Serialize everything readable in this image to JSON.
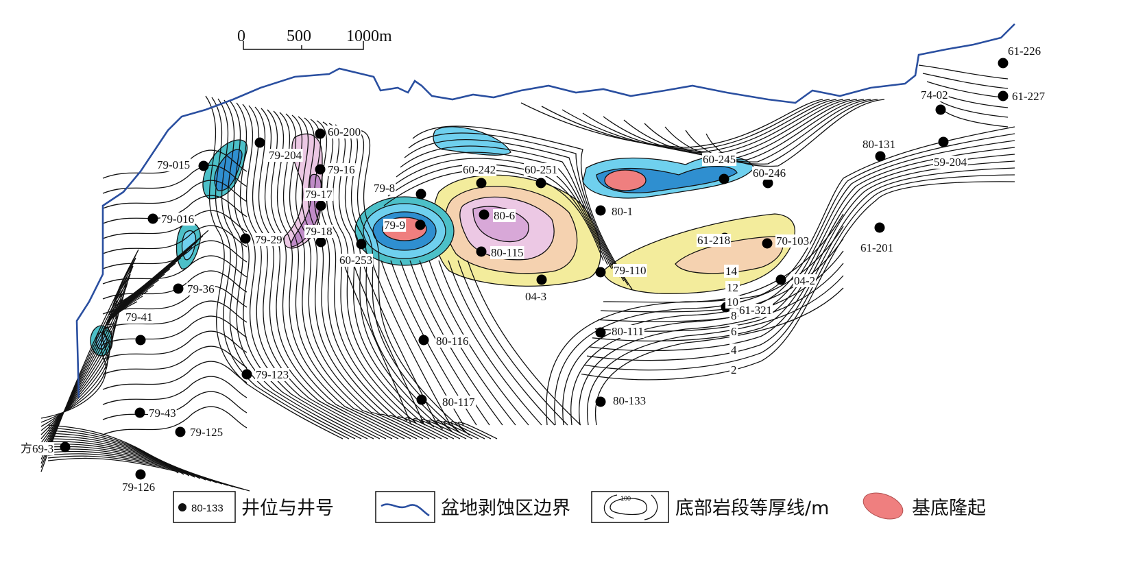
{
  "title_scale": {
    "ticks": [
      "0",
      "500",
      "1000m"
    ]
  },
  "colors": {
    "boundary": "#2a4fa0",
    "uplift": "#ef7f7f",
    "cyan_light": "#6fd0ee",
    "teal": "#4cc0c8",
    "blue": "#2f8fd0",
    "pink": "#ecc8e4",
    "purple": "#c08cc8",
    "yellow": "#f3ec9c",
    "peach": "#f5d2b0"
  },
  "wells": [
    {
      "id": "61-226"
    },
    {
      "id": "74-02"
    },
    {
      "id": "61-227"
    },
    {
      "id": "80-131"
    },
    {
      "id": "59-204"
    },
    {
      "id": "60-246"
    },
    {
      "id": "60-245"
    },
    {
      "id": "61-201"
    },
    {
      "id": "80-1"
    },
    {
      "id": "61-218"
    },
    {
      "id": "70-103"
    },
    {
      "id": "79-110"
    },
    {
      "id": "04-2"
    },
    {
      "id": "04-3"
    },
    {
      "id": "61-321"
    },
    {
      "id": "80-111"
    },
    {
      "id": "80-133"
    },
    {
      "id": "80-116"
    },
    {
      "id": "80-117"
    },
    {
      "id": "60-242"
    },
    {
      "id": "60-251"
    },
    {
      "id": "80-6"
    },
    {
      "id": "80-115"
    },
    {
      "id": "79-9"
    },
    {
      "id": "79-8"
    },
    {
      "id": "60-253"
    },
    {
      "id": "60-200"
    },
    {
      "id": "79-204"
    },
    {
      "id": "79-16"
    },
    {
      "id": "79-17"
    },
    {
      "id": "79-18"
    },
    {
      "id": "79-29"
    },
    {
      "id": "79-015"
    },
    {
      "id": "79-016"
    },
    {
      "id": "79-36"
    },
    {
      "id": "79-41"
    },
    {
      "id": "79-123"
    },
    {
      "id": "79-43"
    },
    {
      "id": "79-125"
    },
    {
      "id": "方69-3"
    },
    {
      "id": "79-126"
    }
  ],
  "contour_labels": [
    "14",
    "12",
    "10",
    "8",
    "6",
    "4",
    "2"
  ],
  "legend": {
    "well_sample": "80-133",
    "well_label": "井位与井号",
    "boundary_label": "盆地剥蚀区边界",
    "isopach_sample": "100",
    "isopach_label": "底部岩段等厚线/m",
    "uplift_label": "基底隆起"
  }
}
